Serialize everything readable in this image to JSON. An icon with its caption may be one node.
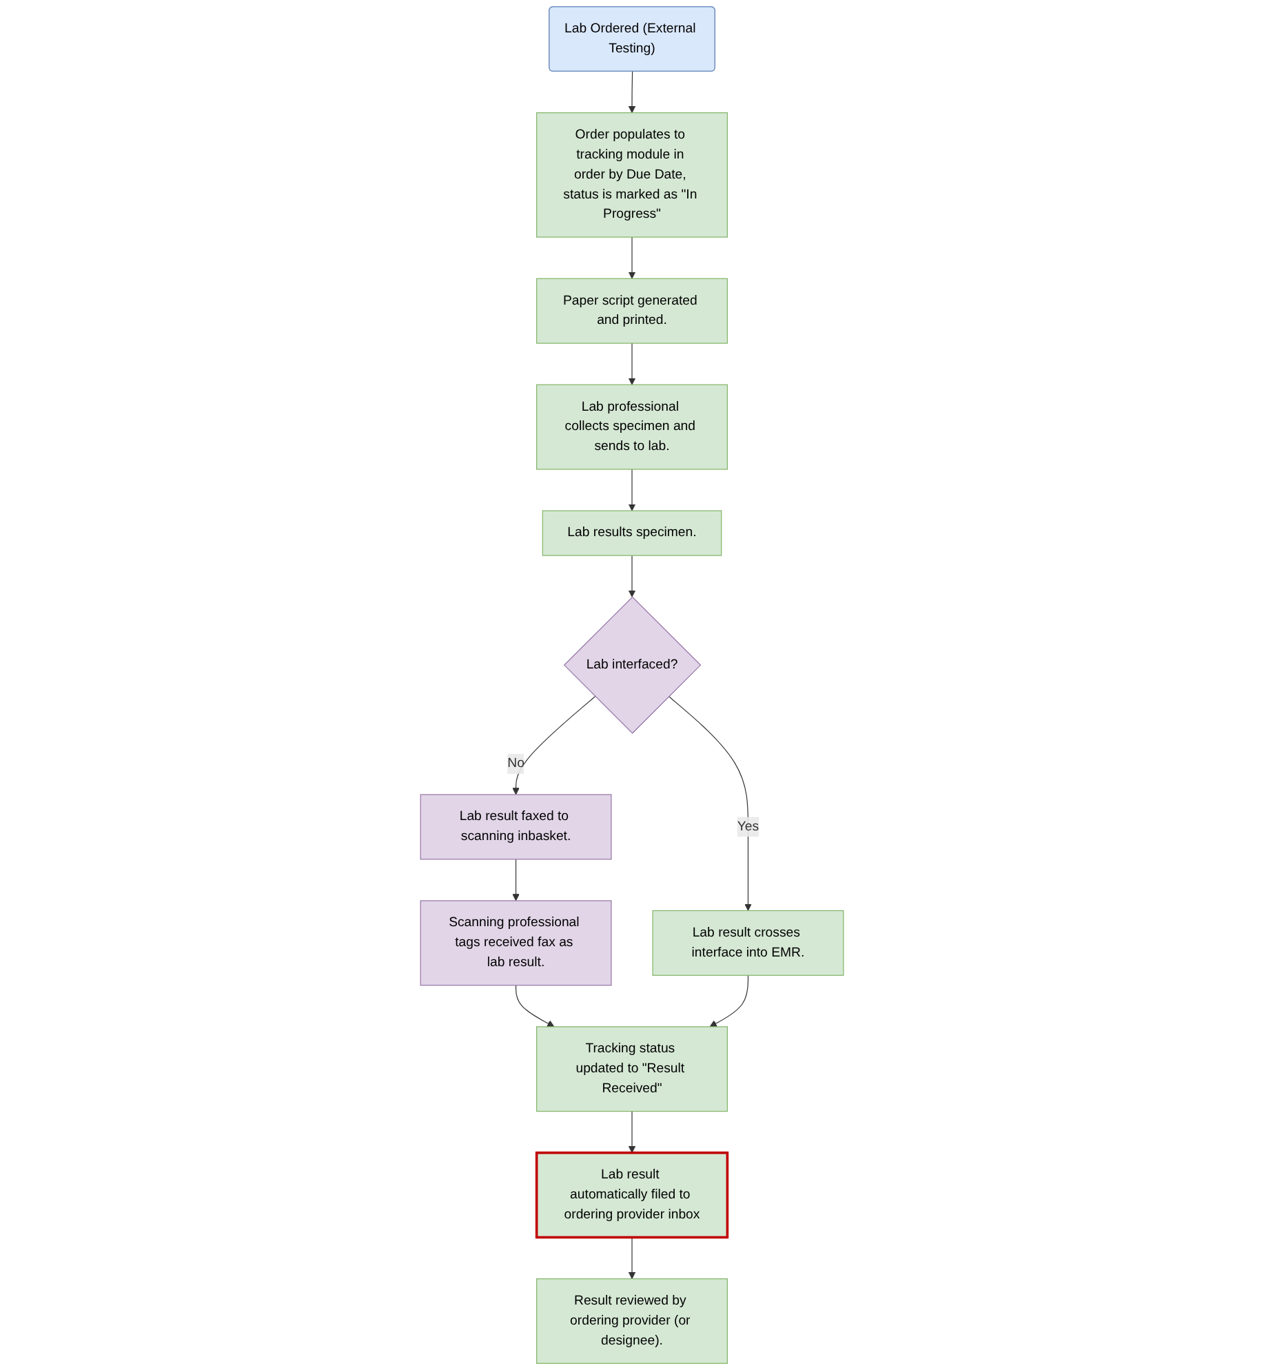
{
  "diagram": {
    "nodes": [
      {
        "text": [
          "Lab Ordered (External Testing)"
        ]
      },
      {
        "text": [
          "Order populates to tracking module in order by Due Date, status is marked as \"In Progress\""
        ]
      },
      {
        "text": [
          "Paper script generated and printed."
        ]
      },
      {
        "text": [
          "Lab professional collects specimen and sends to lab."
        ]
      },
      {
        "text": [
          "Lab results specimen."
        ]
      },
      {
        "text": [
          "Lab interfaced?"
        ]
      },
      {
        "text": [
          "Lab result faxed to scanning inbasket."
        ]
      },
      {
        "text": [
          "Scanning professional tags received fax as lab result."
        ]
      },
      {
        "text": [
          "Lab result crosses interface into EMR."
        ]
      },
      {
        "text": [
          "Tracking status updated to \"Result Received\""
        ]
      },
      {
        "text": [
          "Lab result automatically filed to ordering provider inbox"
        ]
      },
      {
        "text": [
          "Result reviewed by ordering provider (or designee)."
        ]
      }
    ],
    "edges": [
      {
        "from": 0,
        "to": 1,
        "arrow": "to"
      },
      {
        "from": 1,
        "to": 2,
        "arrow": "to"
      },
      {
        "from": 2,
        "to": 3,
        "arrow": "to"
      },
      {
        "from": 3,
        "to": 4,
        "arrow": "to"
      },
      {
        "from": 4,
        "to": 5,
        "arrow": "to"
      },
      {
        "from": 5,
        "to": 6,
        "arrow": "to",
        "label": "No"
      },
      {
        "from": 5,
        "to": 8,
        "arrow": "to",
        "label": "Yes"
      },
      {
        "from": 6,
        "to": 7,
        "arrow": "to"
      },
      {
        "from": 7,
        "to": 9,
        "arrow": "to"
      },
      {
        "from": 8,
        "to": 9,
        "arrow": "to"
      },
      {
        "from": 9,
        "to": 10,
        "arrow": "to"
      },
      {
        "from": 10,
        "to": 11,
        "arrow": "to"
      }
    ]
  }
}
